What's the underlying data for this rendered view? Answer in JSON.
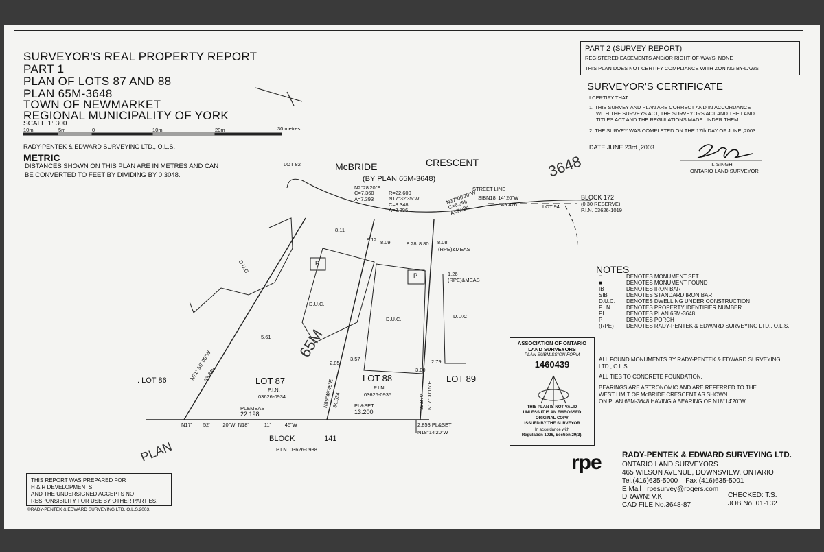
{
  "title": {
    "line1": "SURVEYOR'S REAL PROPERTY REPORT",
    "line2": "PART 1",
    "line3": "PLAN  OF LOTS 87 AND 88",
    "line4": "PLAN  65M-3648",
    "line5": "TOWN OF NEWMARKET",
    "line6": "REGIONAL MUNICIPALITY OF YORK"
  },
  "scale": {
    "label": "SCALE 1: 300",
    "ticks": [
      "10m",
      "5m",
      "0",
      "10m",
      "20m",
      "30 metres"
    ]
  },
  "firm_line": "RADY-PENTEK & EDWARD SURVEYING LTD., O.L.S.",
  "metric": {
    "heading": "METRIC",
    "text1": "DISTANCES SHOWN ON THIS PLAN ARE IN METRES AND CAN",
    "text2": "BE CONVERTED TO FEET BY DIVIDING BY 0.3048."
  },
  "part2": {
    "heading": "PART 2 (SURVEY REPORT)",
    "line1": "REGISTERED EASEMENTS AND/OR RIGHT-OF-WAYS:  NONE",
    "line2": "THIS PLAN DOES NOT CERTIFY COMPLIANCE WITH ZONING BY-LAWS"
  },
  "certificate": {
    "heading": "SURVEYOR'S CERTIFICATE",
    "certify": "I CERTIFY THAT:",
    "item1a": "1. THIS SURVEY AND PLAN ARE CORRECT AND IN ACCORDANCE",
    "item1b": "WITH THE SURVEYS ACT, THE SURVEYORS ACT AND THE LAND",
    "item1c": "TITLES ACT AND THE REGULATIONS MADE UNDER THEM.",
    "item2": "2. THE SURVEY WAS COMPLETED ON THE 17th DAY OF JUNE ,2003",
    "date": "DATE  JUNE 23rd ,2003.",
    "signer": "T. SINGH",
    "role": "ONTARIO LAND SURVEYOR"
  },
  "plan": {
    "street1": "McBRIDE",
    "street2": "CRESCENT",
    "by_plan": "(BY PLAN 65M-3648)",
    "plan_mark": "3648",
    "plan_mark2": "65M",
    "curve_left": "N2°28'20\"E\nC=7.360\nA=7.393",
    "curve_mid": "R=22.600\nN17°32'35\"W\nC=8.348\nA=8.396",
    "curve_right": "N37°00'20\"W\nC=6.996\nA=7.024",
    "street_line": "STREET LINE",
    "block172": "BLOCK 172",
    "block172_sub": "(0.30 RESERVE)",
    "block172_pin": "P.I.N. 03626-1019",
    "lot82": "LOT 82",
    "lot94": "LOT 94",
    "lot86": ". LOT  86",
    "lot87": "LOT 87",
    "lot87_pin": "P.I.N.",
    "lot87_pin_no": "03626-0934",
    "lot88": "LOT 88",
    "lot88_pin": "P.I.N.",
    "lot88_pin_no": "03626-0935",
    "lot89": "LOT 89",
    "duc": "D.U.C.",
    "porch": "P",
    "bearing_left": "N71° 50' 05\"W",
    "bearing_left_dist": "33.849",
    "bearing_mid": "N89°49'45\"E",
    "bearing_mid_dist": "34.534",
    "bearing_right": "N17°00'15\"E",
    "bearing_right_dist": "32.870",
    "meas_left": "PL&MEAS",
    "meas_left_val": "22.198",
    "meas_mid": "PL&SET",
    "meas_mid_val": "13.200",
    "bottom_line": "N17'        52'         20\"W  N18'           11'          45\"W",
    "tie_dist": "2.853 PL&SET",
    "tie_bearing": "N18°14'20\"W",
    "block141": "BLOCK              141",
    "block141_pin": "P.I.N.  03626-0988",
    "plan_word": "PLAN",
    "dims": [
      "8.11",
      "8.12",
      "8.09",
      "8.28",
      "8.80",
      "8.08",
      "5.61",
      "3.57",
      "2.85",
      "3.00",
      "2.79",
      "1.26"
    ],
    "rpe_meas": "(RPE)&MEAS",
    "n18": "N18'   14'    20\"W",
    "dist49": "49.476",
    "sib": "SIB"
  },
  "notes": {
    "heading": "NOTES",
    "rows": [
      {
        "sym": "□",
        "text": "DENOTES MONUMENT SET"
      },
      {
        "sym": "■",
        "text": "DENOTES MONUMENT FOUND"
      },
      {
        "sym": "IB",
        "text": "DENOTES IRON BAR"
      },
      {
        "sym": "SIB",
        "text": "DENOTES STANDARD IRON BAR"
      },
      {
        "sym": "D.U.C.",
        "text": "DENOTES DWELLING UNDER CONSTRUCTION"
      },
      {
        "sym": "P.I.N.",
        "text": "DENOTES PROPERTY IDENTIFIER NUMBER"
      },
      {
        "sym": "PL",
        "text": "DENOTES PLAN 65M-3648"
      },
      {
        "sym": "P",
        "text": "DENOTES PORCH"
      },
      {
        "sym": "(RPE)",
        "text": "DENOTES RADY-PENTEK & EDWARD SURVEYING LTD., O.L.S."
      }
    ]
  },
  "remarks": {
    "line1": "ALL FOUND MONUMENTS BY RADY-PENTEK & EDWARD SURVEYING",
    "line2": "LTD., O.L.S.",
    "line3": "ALL TIES TO CONCRETE FOUNDATION.",
    "line4": "BEARINGS ARE ASTRONOMIC AND ARE REFERRED TO THE",
    "line5": "WEST LIMIT OF McBRIDE CRESCENT AS SHOWN",
    "line6": "ON PLAN 65M-3648 HAVING A BEARING OF N18°14'20\"W."
  },
  "aols": {
    "line1": "ASSOCIATION OF ONTARIO",
    "line2": "LAND SURVEYORS",
    "line3": "PLAN SUBMISSION FORM",
    "number": "1460439",
    "v1": "THIS PLAN IS NOT VALID",
    "v2": "UNLESS IT IS AN EMBOSSED",
    "v3": "ORIGINAL COPY",
    "v4": "ISSUED BY THE SURVEYOR",
    "v5": "In accordance with",
    "v6": "Regulation 1026, Section 29(3)."
  },
  "firm_block": {
    "logo": "rpe",
    "name": "RADY-PENTEK & EDWARD SURVEYING LTD.",
    "sub": "ONTARIO LAND SURVEYORS",
    "address": "465 WILSON AVENUE, DOWNSVIEW, ONTARIO",
    "tel": "Tel.(416)635-5000    Fax (416)635-5001",
    "email": "E Mail   rpesurvey@rogers.com",
    "drawn": "DRAWN:  V.K.",
    "checked": "CHECKED:  T.S.",
    "cad": "CAD FILE No.3648-87",
    "job": "JOB No.  01-132"
  },
  "prepared": {
    "line1": "THIS REPORT WAS PREPARED FOR",
    "line2": "H & R DEVELOPMENTS",
    "line3": "AND THE UNDERSIGNED ACCEPTS NO",
    "line4": "RESPONSIBILITY FOR USE BY OTHER PARTIES.",
    "copyright": "©RADY-PENTEK & EDWARD SURVEYING LTD.,O.L.S.2003."
  }
}
